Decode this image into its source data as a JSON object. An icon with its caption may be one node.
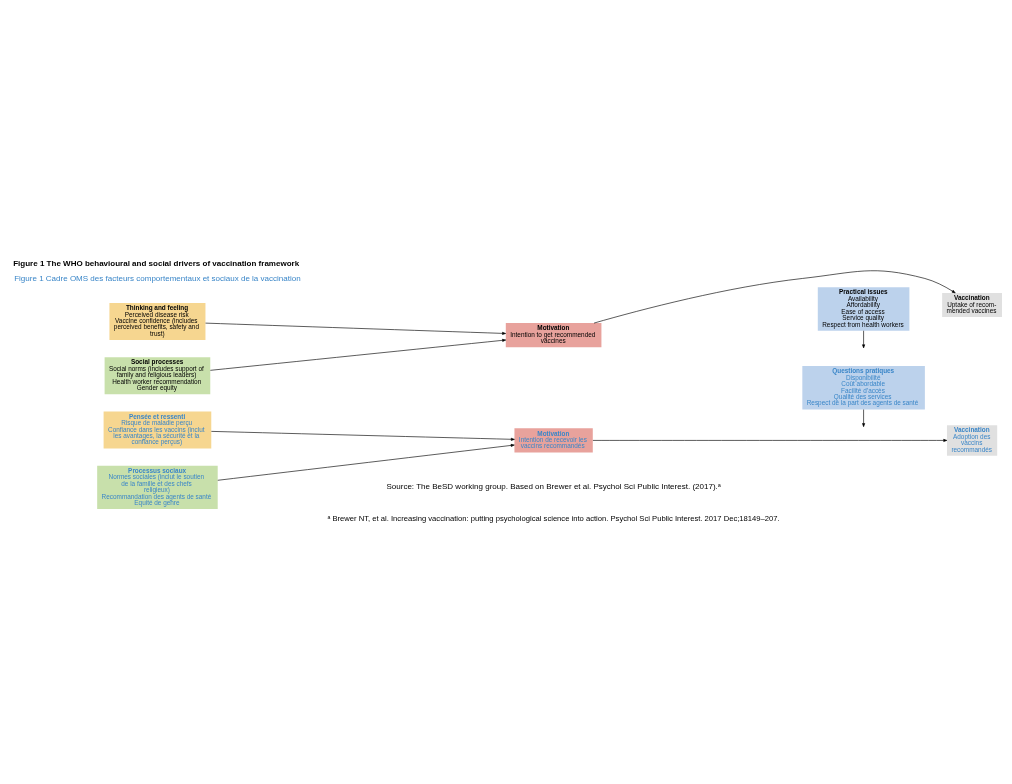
{
  "diagram": {
    "title": "Figure 1 The WHO behavioural and social drivers of vaccination framework",
    "caption": "Source: The BeSD working group. Based on Brewer et al. Psychol Sci Public Interest. (2017).ᵃ",
    "nodes": [
      {
        "text": [
          "Thinking and feeling",
          "Perceived disease risk",
          "Vaccine confidence (includes perceived benefits, safety and trust)"
        ]
      },
      {
        "text": [
          "Social processes",
          "Social norms (includes support of family and religious leaders)",
          "Health worker recommendation",
          "Gender equity"
        ]
      },
      {
        "text": [
          "Motivation",
          "Intention to get recommended vaccines"
        ]
      },
      {
        "text": [
          "Practical issues",
          "Availability",
          "Affordability",
          "Ease of access",
          "Service quality",
          "Respect from health workers"
        ]
      },
      {
        "text": [
          "Vaccination",
          "Uptake of recom- mended vaccines"
        ]
      },
      {
        "text": [
          "Pensée et ressenti",
          "Risque de maladie perçu",
          "Confiance dans les vaccins (inclut les avantages, la sécurité et la confiance perçus)"
        ]
      },
      {
        "text": [
          "Processus sociaux",
          "Normes sociales (inclut le soutien de la famille et des chefs religieux)",
          "Recommandation des agents de santé",
          "Equité de genre"
        ]
      },
      {
        "text": [
          "Motivation",
          "Intention de recevoir les vaccins recommandés"
        ]
      },
      {
        "text": [
          "Questions pratiques",
          "Disponibilité",
          "Coût abordable",
          "Facilité d’accès",
          "Qualité des services",
          "Respect de la part des agents de santé"
        ]
      },
      {
        "text": [
          "Vaccination",
          "Adoption des vaccins recommandés"
        ]
      }
    ],
    "edges": [
      {
        "from": 0,
        "to": 2,
        "arrow": "to"
      },
      {
        "from": 1,
        "to": 2,
        "arrow": "to"
      },
      {
        "from": 2,
        "to": 4,
        "arrow": "to"
      },
      {
        "from": 3,
        "to": null,
        "arrow": "to"
      },
      {
        "from": 5,
        "to": 7,
        "arrow": "to"
      },
      {
        "from": 6,
        "to": 7,
        "arrow": "to"
      },
      {
        "from": 7,
        "to": 9,
        "arrow": "to"
      },
      {
        "from": 8,
        "to": null,
        "arrow": "to"
      }
    ],
    "labels": [
      "Figure 1 Cadre OMS des facteurs comportementaux et sociaux de la vaccination",
      "ᵃ Brewer NT, et al. Increasing vaccination: putting psychological science into action. Psychol Sci Public Interest. 2017 Dec;18149–207."
    ]
  }
}
